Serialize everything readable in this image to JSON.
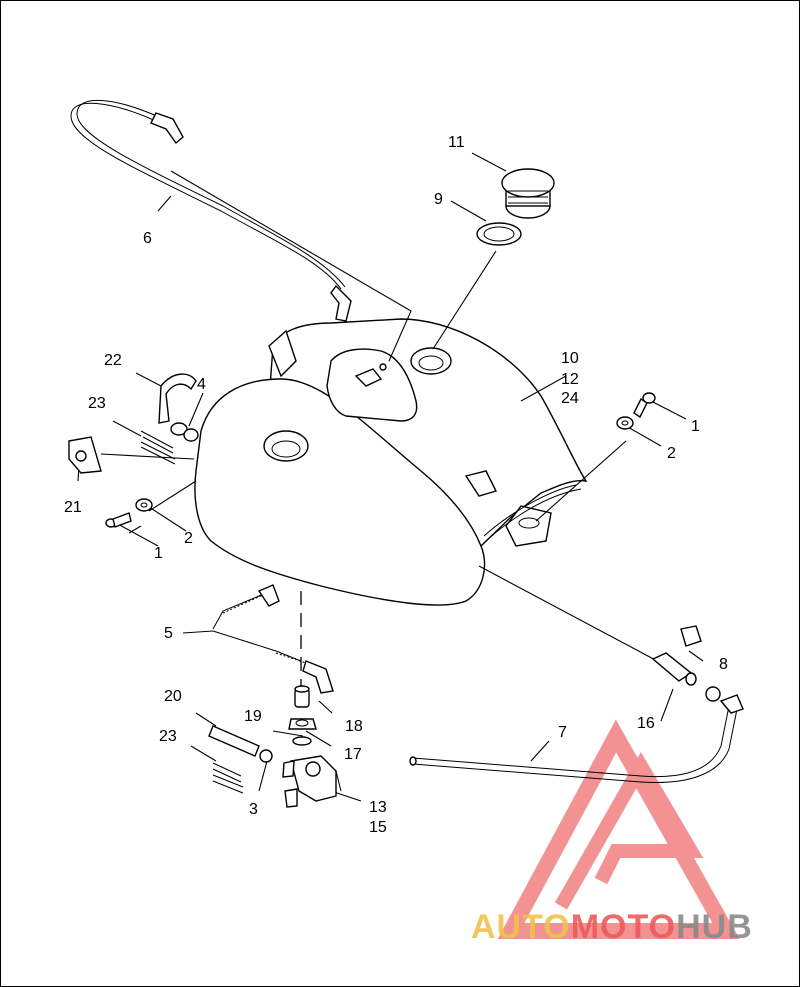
{
  "diagram": {
    "callouts": [
      {
        "id": "c11",
        "text": "11"
      },
      {
        "id": "c9",
        "text": "9"
      },
      {
        "id": "c6",
        "text": "6"
      },
      {
        "id": "c10",
        "text": "10"
      },
      {
        "id": "c12",
        "text": "12"
      },
      {
        "id": "c24",
        "text": "24"
      },
      {
        "id": "c22",
        "text": "22"
      },
      {
        "id": "c4",
        "text": "4"
      },
      {
        "id": "c23a",
        "text": "23"
      },
      {
        "id": "c21",
        "text": "21"
      },
      {
        "id": "c1a",
        "text": "1"
      },
      {
        "id": "c2a",
        "text": "2"
      },
      {
        "id": "c1b",
        "text": "1"
      },
      {
        "id": "c2b",
        "text": "2"
      },
      {
        "id": "c5",
        "text": "5"
      },
      {
        "id": "c8",
        "text": "8"
      },
      {
        "id": "c16",
        "text": "16"
      },
      {
        "id": "c20",
        "text": "20"
      },
      {
        "id": "c18",
        "text": "18"
      },
      {
        "id": "c19",
        "text": "19"
      },
      {
        "id": "c17",
        "text": "17"
      },
      {
        "id": "c7",
        "text": "7"
      },
      {
        "id": "c23b",
        "text": "23"
      },
      {
        "id": "c3",
        "text": "3"
      },
      {
        "id": "c13",
        "text": "13"
      },
      {
        "id": "c15",
        "text": "15"
      }
    ]
  },
  "watermark": {
    "part_a": "AUTO",
    "part_b": "MOTO",
    "part_c": "HUB",
    "colors": {
      "gold": "#f2c14e",
      "red": "#ef5a5a",
      "gray": "#8a8a8a",
      "triangle": "#f08080"
    }
  }
}
